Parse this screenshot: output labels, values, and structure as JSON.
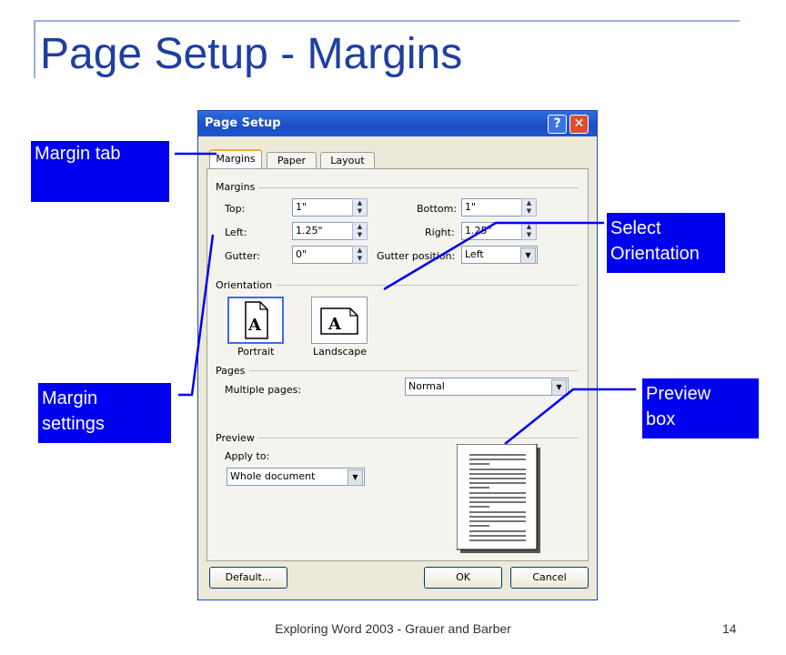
{
  "slide": {
    "title": "Page Setup - Margins",
    "footer": "Exploring Word 2003 - Grauer and Barber",
    "number": "14"
  },
  "callouts": {
    "margin_tab": "Margin tab",
    "margin_settings_1": "Margin",
    "margin_settings_2": "settings",
    "select_orientation_1": "Select",
    "select_orientation_2": "Orientation",
    "preview_box_1": "Preview",
    "preview_box_2": "box",
    "color": "#0000f0"
  },
  "dialog": {
    "title": "Page Setup",
    "help_glyph": "?",
    "close_glyph": "✕",
    "tabs": [
      "Margins",
      "Paper",
      "Layout"
    ],
    "margins": {
      "section": "Margins",
      "top_label": "Top:",
      "top_value": "1\"",
      "bottom_label": "Bottom:",
      "bottom_value": "1\"",
      "left_label": "Left:",
      "left_value": "1.25\"",
      "right_label": "Right:",
      "right_value": "1.25\"",
      "gutter_label": "Gutter:",
      "gutter_value": "0\"",
      "gutter_position_label": "Gutter position:",
      "gutter_position_value": "Left"
    },
    "orientation": {
      "section": "Orientation",
      "portrait": "Portrait",
      "landscape": "Landscape",
      "glyph": "A"
    },
    "pages": {
      "section": "Pages",
      "multiple_label": "Multiple pages:",
      "multiple_value": "Normal"
    },
    "preview": {
      "section": "Preview",
      "apply_label": "Apply to:",
      "apply_value": "Whole document"
    },
    "buttons": {
      "default": "Default...",
      "ok": "OK",
      "cancel": "Cancel"
    }
  }
}
